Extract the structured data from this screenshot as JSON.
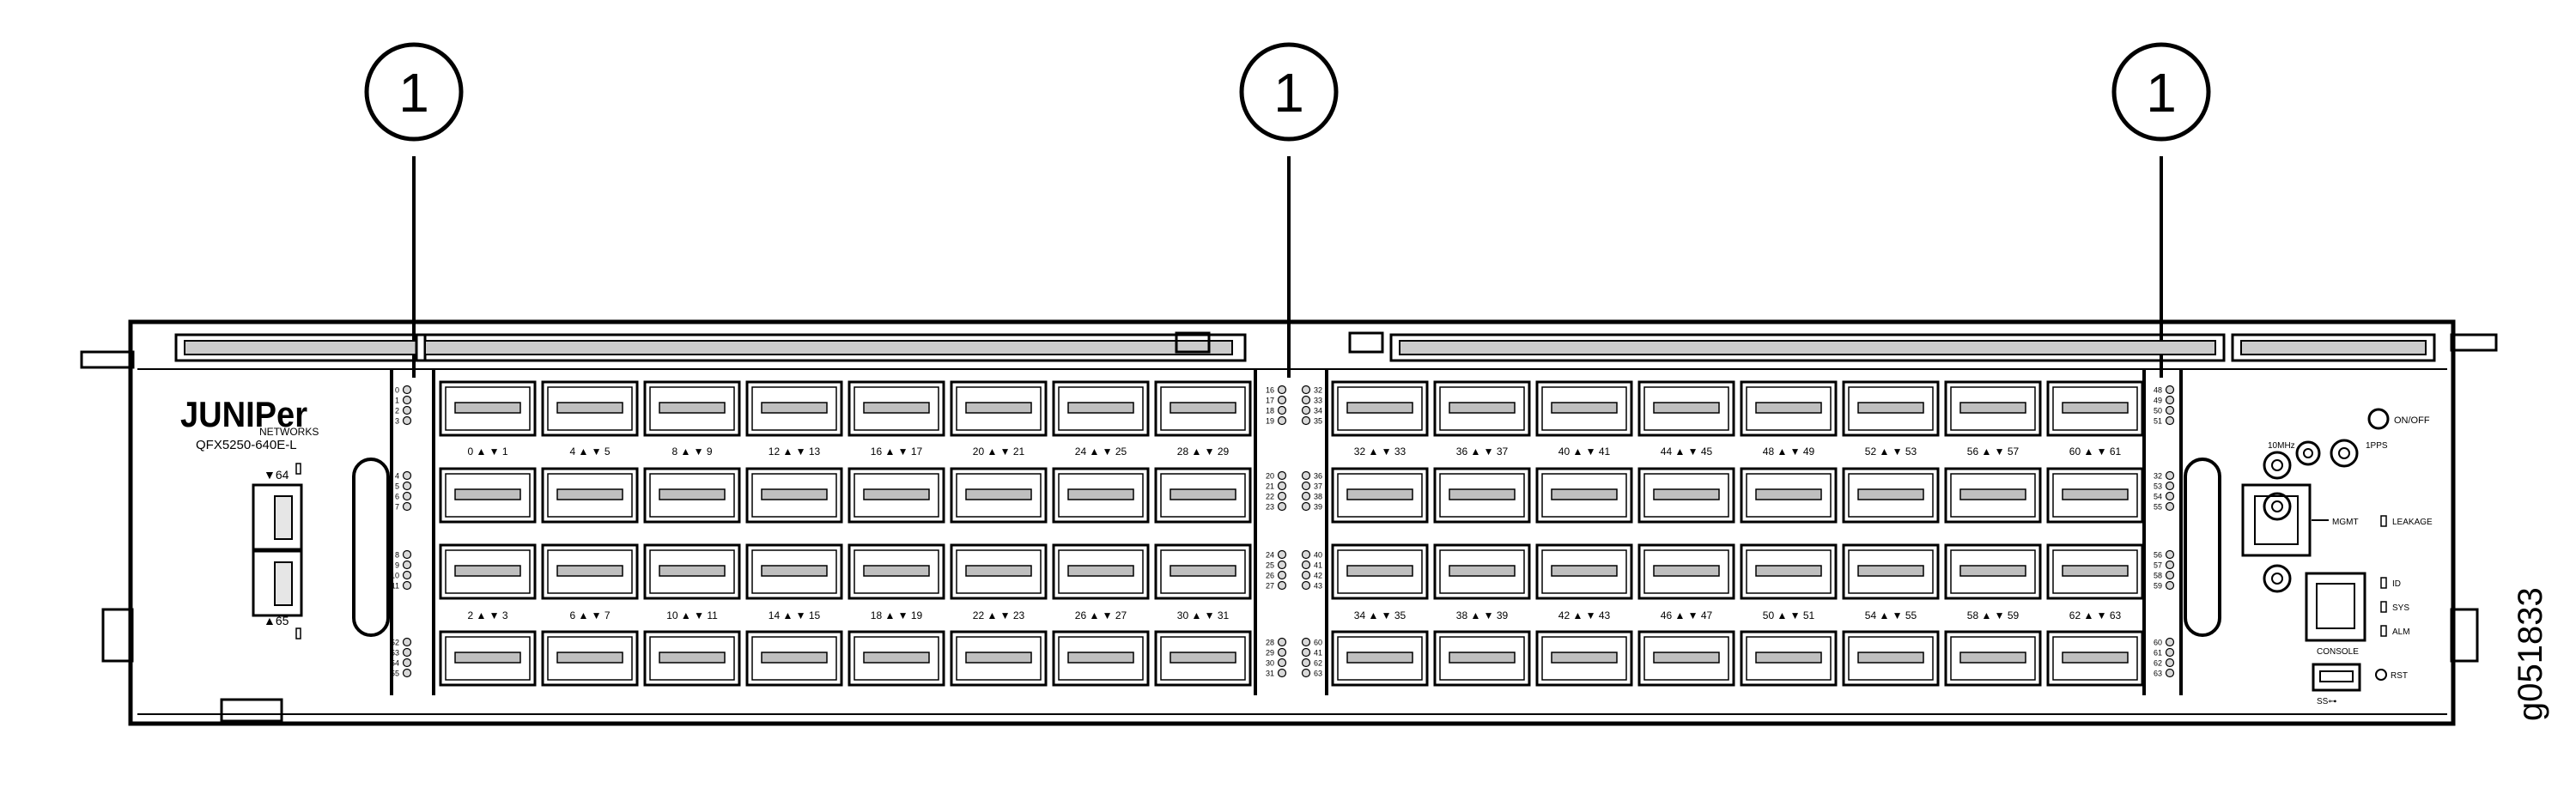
{
  "figure_id": "g051833",
  "callouts": [
    "1",
    "1",
    "1"
  ],
  "brand": {
    "logo_text": "JUNIPer",
    "logo_sub": "NETWORKS",
    "model": "QFX5250-640E-L"
  },
  "left_ports": {
    "top": "▼64",
    "bottom": "▲65"
  },
  "port_labels": {
    "upper_left": [
      "0 ▲  ▼ 1",
      "4 ▲  ▼ 5",
      "8 ▲  ▼ 9",
      "12 ▲  ▼ 13",
      "16 ▲  ▼ 17",
      "20 ▲  ▼ 21",
      "24 ▲  ▼ 25",
      "28 ▲  ▼ 29"
    ],
    "upper_right": [
      "32 ▲  ▼ 33",
      "36 ▲  ▼ 37",
      "40 ▲  ▼ 41",
      "44 ▲  ▼ 45",
      "48 ▲  ▼ 49",
      "52 ▲  ▼ 53",
      "56 ▲  ▼ 57",
      "60 ▲  ▼ 61"
    ],
    "lower_left": [
      "2 ▲  ▼ 3",
      "6 ▲  ▼ 7",
      "10 ▲  ▼ 11",
      "14 ▲  ▼ 15",
      "18 ▲  ▼ 19",
      "22 ▲  ▼ 23",
      "26 ▲  ▼ 27",
      "30 ▲  ▼ 31"
    ],
    "lower_right": [
      "34 ▲  ▼ 35",
      "38 ▲  ▼ 39",
      "42 ▲  ▼ 43",
      "46 ▲  ▼ 47",
      "50 ▲  ▼ 51",
      "54 ▲  ▼ 55",
      "58 ▲  ▼ 59",
      "62 ▲  ▼ 63"
    ]
  },
  "led_groups": {
    "left": [
      [
        "0",
        "1",
        "2",
        "3"
      ],
      [
        "4",
        "5",
        "6",
        "7"
      ],
      [
        "8",
        "9",
        "10",
        "11"
      ],
      [
        "52",
        "53",
        "54",
        "55"
      ]
    ],
    "middle_a": [
      [
        "16",
        "17",
        "18",
        "19"
      ],
      [
        "20",
        "21",
        "22",
        "23"
      ],
      [
        "24",
        "25",
        "26",
        "27"
      ],
      [
        "28",
        "29",
        "30",
        "31"
      ]
    ],
    "middle_b": [
      [
        "32",
        "33",
        "34",
        "35"
      ],
      [
        "36",
        "37",
        "38",
        "39"
      ],
      [
        "40",
        "41",
        "42",
        "43"
      ],
      [
        "60",
        "41",
        "62",
        "63"
      ]
    ],
    "right": [
      [
        "48",
        "49",
        "50",
        "51"
      ],
      [
        "32",
        "53",
        "54",
        "55"
      ],
      [
        "56",
        "57",
        "58",
        "59"
      ],
      [
        "60",
        "61",
        "62",
        "63"
      ]
    ]
  },
  "mgmt_panel": {
    "on_off": "ON/OFF",
    "tenmhz": "10MHz",
    "onepps": "1PPS",
    "mgmt": "MGMT",
    "leakage": "LEAKAGE",
    "id": "ID",
    "sys": "SYS",
    "alm": "ALM",
    "console": "CONSOLE",
    "rst": "RST",
    "usb": "SS⊶"
  }
}
